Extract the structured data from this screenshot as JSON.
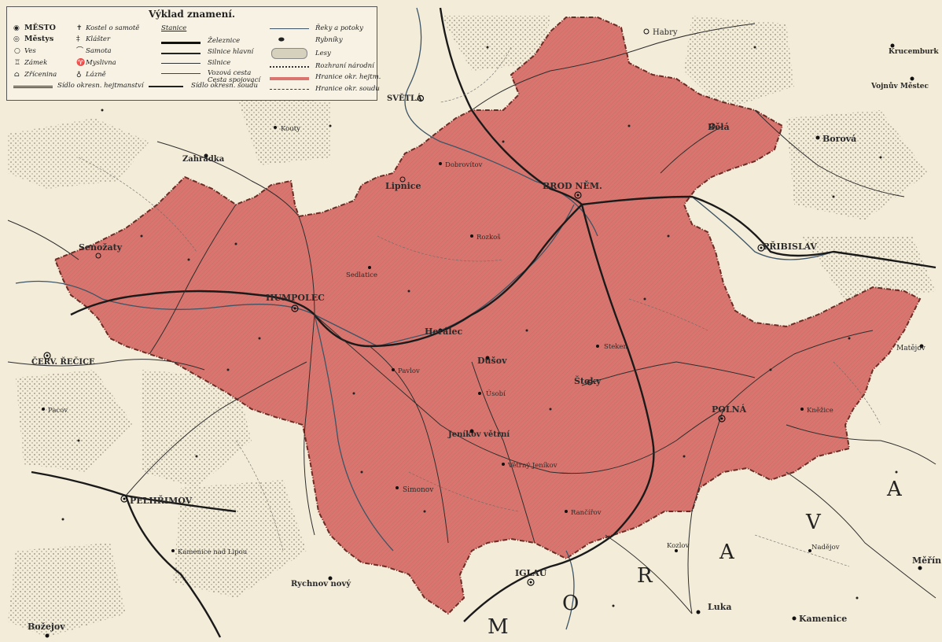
{
  "legend": {
    "title": "Výklad znamení.",
    "col1": [
      "MĚSTO",
      "Městys",
      "Ves",
      "Zámek",
      "Zřícenina",
      "Sídlo okresn. hejtmanství"
    ],
    "col2": [
      "Kostel o samotě",
      "Klášter",
      "Samota",
      "Myslivna",
      "Lázně",
      "Sídlo okresn. soudu"
    ],
    "col3": [
      "Stanice",
      "Železnice",
      "Silnice hlavní",
      "Silnice",
      "Vozová cesta",
      "Cesta spojovací"
    ],
    "col4": [
      "Řeky a potoky",
      "Rybníky",
      "Lesy",
      "Rozhraní národní",
      "Hranice okr. hejtm.",
      "Hranice okr. soudu"
    ]
  },
  "towns": [
    {
      "name": "HUMPOLEC",
      "type": "city"
    },
    {
      "name": "BROD NĚM.",
      "type": "city"
    },
    {
      "name": "POLNÁ",
      "type": "city"
    },
    {
      "name": "PŘIBISLAV",
      "type": "city"
    },
    {
      "name": "PELHŘIMOV",
      "type": "city"
    },
    {
      "name": "IGLAU",
      "type": "city"
    },
    {
      "name": "ČERV. ŘEČICE",
      "type": "city"
    },
    {
      "name": "SVĚTLÁ",
      "type": "city"
    },
    {
      "name": "Lipnice",
      "type": "market"
    },
    {
      "name": "Štoky",
      "type": "market"
    },
    {
      "name": "Bělá",
      "type": "market"
    },
    {
      "name": "Habry",
      "type": "market"
    },
    {
      "name": "Senožaty",
      "type": "market"
    },
    {
      "name": "Herálec",
      "type": "village"
    },
    {
      "name": "Dušov",
      "type": "village"
    },
    {
      "name": "Jeníkov větrní",
      "type": "village"
    },
    {
      "name": "Zahrádka",
      "type": "village"
    },
    {
      "name": "Borová",
      "type": "village"
    },
    {
      "name": "Božejov",
      "type": "village"
    },
    {
      "name": "Rychnov nový",
      "type": "village"
    },
    {
      "name": "Luka",
      "type": "village"
    },
    {
      "name": "Kamenice",
      "type": "village"
    },
    {
      "name": "Měřín",
      "type": "village"
    },
    {
      "name": "Krucemburk",
      "type": "village"
    },
    {
      "name": "Vojnův Městec",
      "type": "village"
    },
    {
      "name": "Matějov",
      "type": "village"
    },
    {
      "name": "Kouty",
      "type": "village"
    },
    {
      "name": "Sedlatice",
      "type": "village"
    },
    {
      "name": "Rozkoš",
      "type": "village"
    },
    {
      "name": "Kozlov",
      "type": "village"
    },
    {
      "name": "Nadějov",
      "type": "village"
    },
    {
      "name": "Dobrovítov",
      "type": "village"
    },
    {
      "name": "Pavlov",
      "type": "village"
    },
    {
      "name": "Větrný Jeníkov",
      "type": "village"
    },
    {
      "name": "Pacov",
      "type": "village"
    },
    {
      "name": "Kamenice nad Lipou",
      "type": "village"
    },
    {
      "name": "Rančířov",
      "type": "village"
    },
    {
      "name": "Úsobí",
      "type": "village"
    },
    {
      "name": "Steken",
      "type": "village"
    },
    {
      "name": "Simonov",
      "type": "village"
    },
    {
      "name": "Kněžice",
      "type": "village"
    }
  ],
  "region_text": [
    "M",
    "O",
    "R",
    "A",
    "V",
    "A"
  ],
  "colors": {
    "region_fill": "#d9756e",
    "region_stroke": "#6b2a24",
    "paper": "#f3ecd9",
    "forest": "#b9b6a0",
    "road": "#2d2d2d",
    "railway": "#1a1a1a"
  }
}
